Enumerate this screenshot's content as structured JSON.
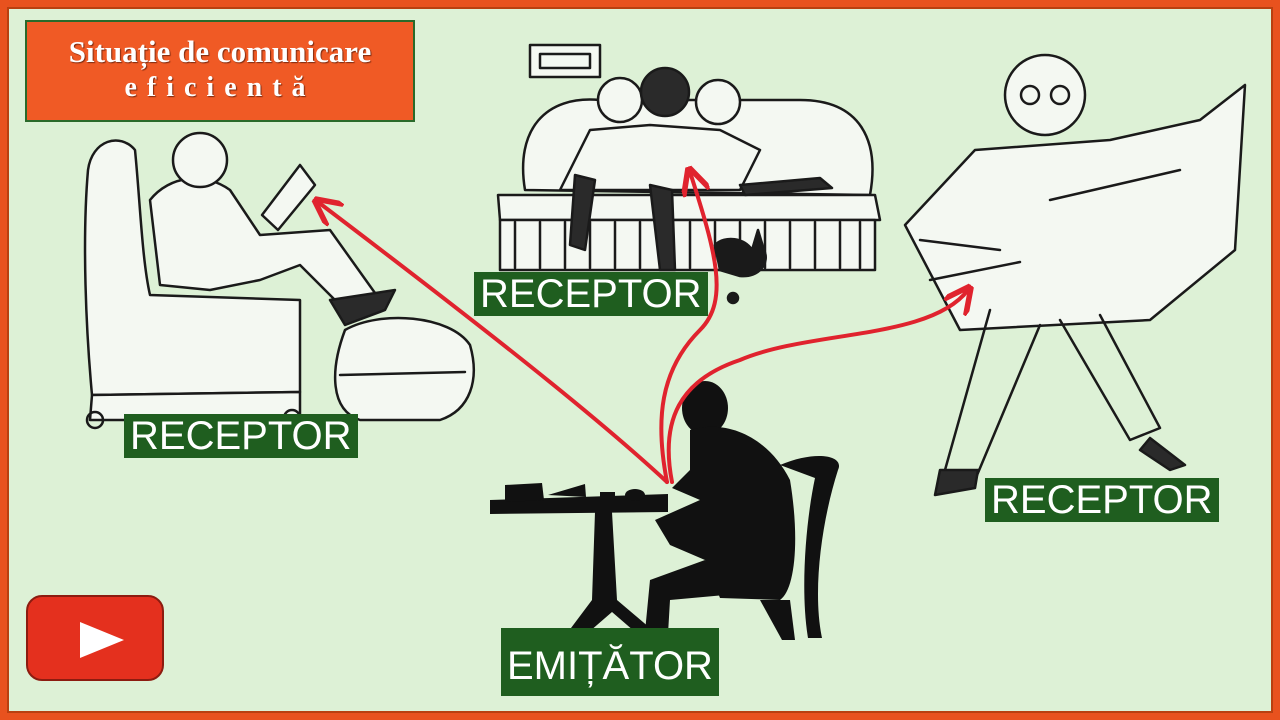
{
  "title": {
    "line1": "Situație de comunicare",
    "line2": "eficientă"
  },
  "labels": {
    "receptor_left": "RECEPTOR",
    "receptor_top": "RECEPTOR",
    "receptor_right": "RECEPTOR",
    "emitter": "EMIȚĂTOR"
  },
  "colors": {
    "background": "#ddf1d6",
    "border": "#e8521e",
    "title_bg": "#f05a25",
    "label_bg": "#1f5e1f",
    "arrow": "#e0232e",
    "play_button": "#e4301e"
  },
  "icons": {
    "play": "play-icon"
  }
}
